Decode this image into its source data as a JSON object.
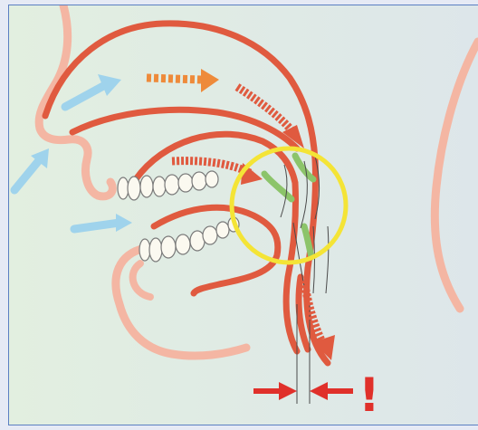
{
  "diagram": {
    "exclamation": "!",
    "colors": {
      "background_left": "#e2efe0",
      "background_right": "#dde6ea",
      "frame_border": "#5b7fc2",
      "airway_red": "#e05a3f",
      "skin_pink": "#f4b6a3",
      "airflow_blue": "#9fd3ec",
      "airflow_orange": "#ee8a3a",
      "soft_tissue_green": "#8cc46a",
      "highlight_yellow": "#f4e436",
      "alert_red": "#e0302a",
      "teeth_white": "#fbf9f0"
    },
    "icons": [
      "upper-teeth",
      "lower-teeth",
      "airflow-arrow",
      "constriction-arrow",
      "exclamation-mark"
    ]
  }
}
